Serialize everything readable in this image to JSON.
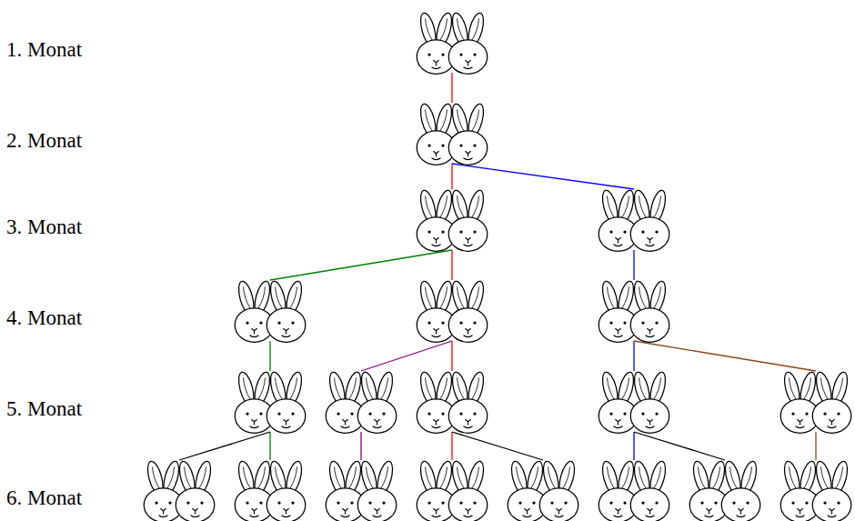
{
  "diagram": {
    "labels": [
      "1. Monat",
      "2. Monat",
      "3. Monat",
      "4. Monat",
      "5. Monat",
      "6. Monat"
    ]
  }
}
